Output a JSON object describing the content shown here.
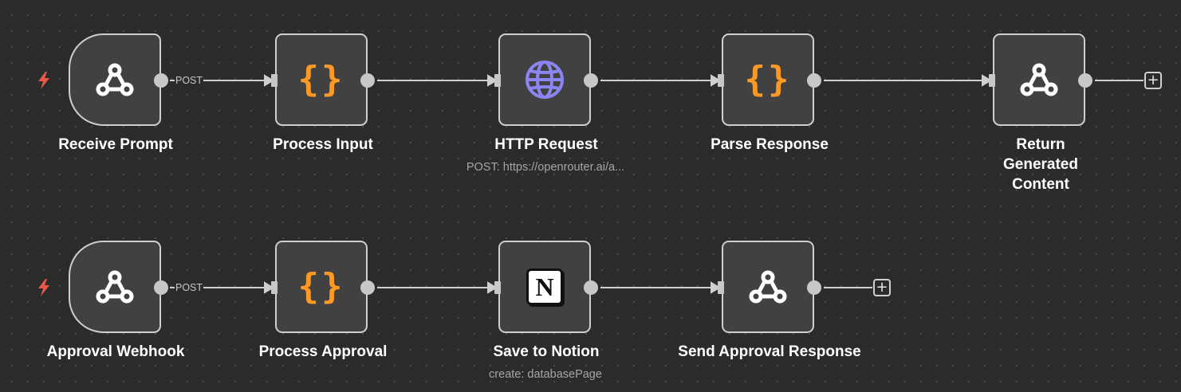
{
  "canvas": {
    "colors": {
      "background": "#2b2b2b",
      "node_fill": "#414141",
      "node_border": "#cfcfcf",
      "braces": "#ff9922",
      "globe": "#8c84f0",
      "trigger_bolt": "#e8594a"
    }
  },
  "workflows": [
    {
      "nodes": [
        {
          "id": "receive-prompt",
          "label": "Receive Prompt",
          "icon": "webhook-icon",
          "trigger": true
        },
        {
          "id": "process-input",
          "label": "Process Input",
          "icon": "code-braces-icon"
        },
        {
          "id": "http-request",
          "label": "HTTP Request",
          "icon": "globe-icon",
          "subtitle": "POST: https://openrouter.ai/a..."
        },
        {
          "id": "parse-response",
          "label": "Parse Response",
          "icon": "code-braces-icon"
        },
        {
          "id": "return-generated-content",
          "label": "Return Generated Content",
          "icon": "webhook-icon"
        }
      ],
      "trigger_output_label": "POST"
    },
    {
      "nodes": [
        {
          "id": "approval-webhook",
          "label": "Approval Webhook",
          "icon": "webhook-icon",
          "trigger": true
        },
        {
          "id": "process-approval",
          "label": "Process Approval",
          "icon": "code-braces-icon"
        },
        {
          "id": "save-to-notion",
          "label": "Save to Notion",
          "icon": "notion-icon",
          "subtitle": "create: databasePage"
        },
        {
          "id": "send-approval-response",
          "label": "Send Approval Response",
          "icon": "webhook-icon"
        }
      ],
      "trigger_output_label": "POST"
    }
  ],
  "icons": {
    "braces_glyph": "{}",
    "notion_letter": "N",
    "add_glyph": "+"
  }
}
